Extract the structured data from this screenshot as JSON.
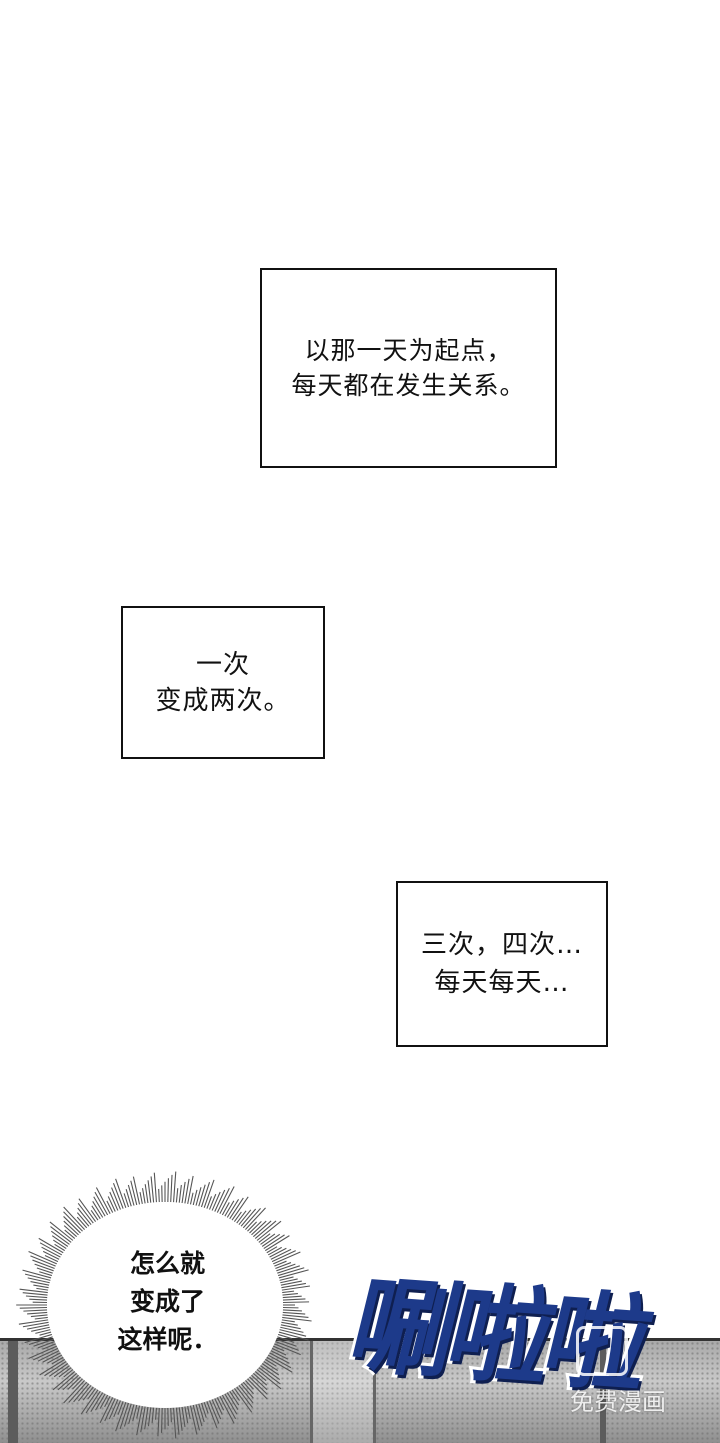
{
  "captions": {
    "first": {
      "line1": "以那一天为起点，",
      "line2": "每天都在发生关系。"
    },
    "second": {
      "line1": "一次",
      "line2": "变成两次。"
    },
    "third": {
      "line1": "三次，四次…",
      "line2": "每天每天…"
    }
  },
  "speech_bubble": {
    "line1": "怎么就",
    "line2": "变成了",
    "line3": "这样呢．"
  },
  "sound_effect": {
    "text": "唰啦啦",
    "color": "#1d3a8a"
  },
  "watermark": {
    "text": "免费漫画"
  }
}
